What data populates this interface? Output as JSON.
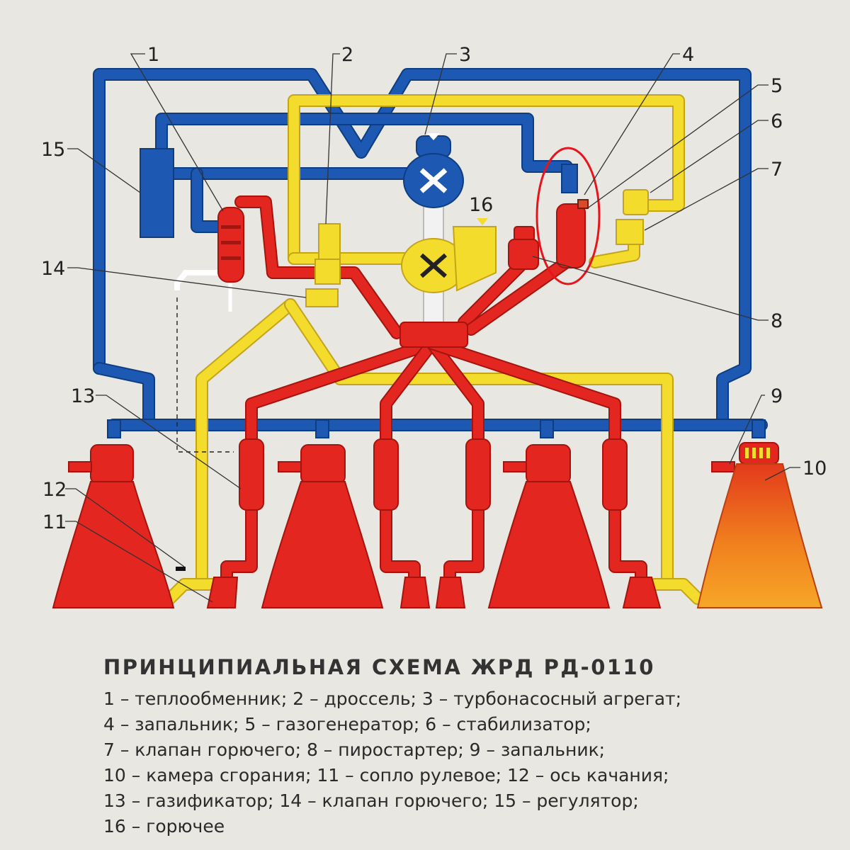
{
  "diagram": {
    "callouts": [
      "1",
      "2",
      "3",
      "4",
      "5",
      "6",
      "7",
      "8",
      "9",
      "10",
      "11",
      "12",
      "13",
      "14",
      "15",
      "16"
    ],
    "colors": {
      "oxidizer_line": "#1d58b3",
      "fuel_line": "#f3dc2c",
      "gas_line": "#e3261f",
      "highlight": "#e8141c",
      "background": "#e9e7e2"
    }
  },
  "caption": {
    "title": "ПРИНЦИПИАЛЬНАЯ СХЕМА ЖРД РД-0110",
    "legend_lines": [
      "1 – теплообменник; 2 – дроссель; 3 – турбонасосный агрегат;",
      "4 – запальник; 5 – газогенератор; 6 – стабилизатор;",
      "7 – клапан горючего; 8 – пиростартер; 9 – запальник;",
      "10 – камера сгорания; 11 – сопло рулевое; 12 – ось качания;",
      "13 – газификатор; 14 – клапан горючего; 15 – регулятор;",
      "16 – горючее"
    ]
  }
}
